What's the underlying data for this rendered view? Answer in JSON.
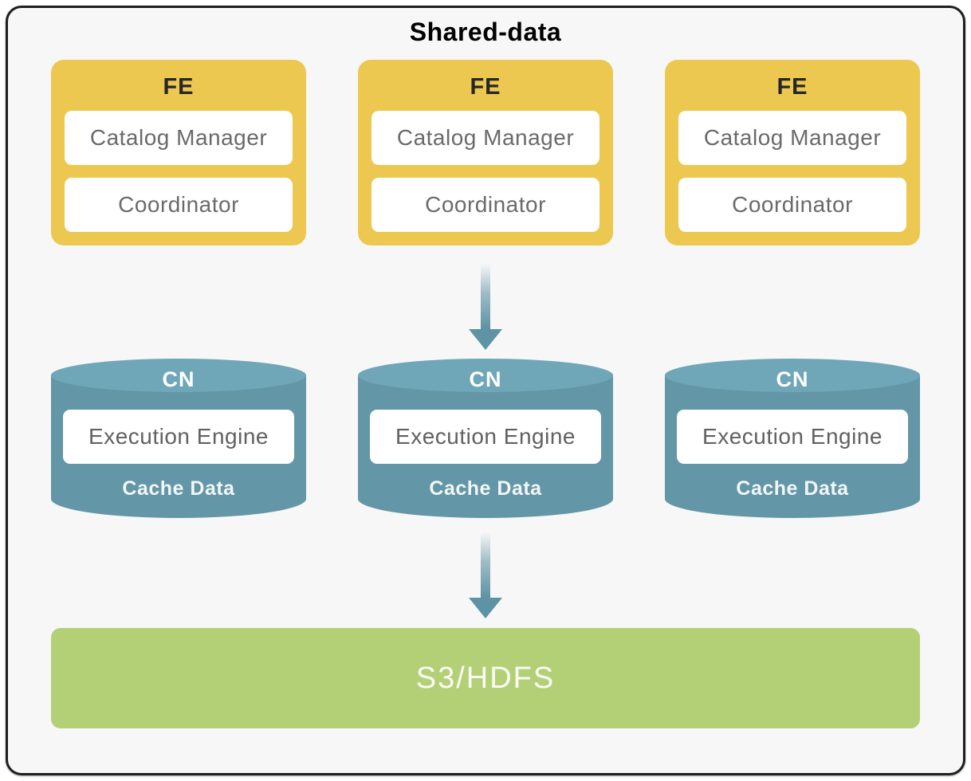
{
  "title": "Shared-data",
  "fe_nodes": [
    {
      "label": "FE",
      "components": [
        "Catalog Manager",
        "Coordinator"
      ]
    },
    {
      "label": "FE",
      "components": [
        "Catalog Manager",
        "Coordinator"
      ]
    },
    {
      "label": "FE",
      "components": [
        "Catalog Manager",
        "Coordinator"
      ]
    }
  ],
  "cn_nodes": [
    {
      "label": "CN",
      "engine": "Execution Engine",
      "cache": "Cache Data"
    },
    {
      "label": "CN",
      "engine": "Execution Engine",
      "cache": "Cache Data"
    },
    {
      "label": "CN",
      "engine": "Execution Engine",
      "cache": "Cache Data"
    }
  ],
  "storage": {
    "label": "S3/HDFS"
  },
  "arrows": [
    {
      "name": "fe-to-cn",
      "direction": "down"
    },
    {
      "name": "cn-to-storage",
      "direction": "down"
    }
  ],
  "colors": {
    "canvas_bg": "#F7F7F7",
    "frame_border": "#1F1F1F",
    "fe_fill": "#ECC850",
    "fe_label_text": "#262626",
    "component_fill": "#FFFFFF",
    "component_text": "#6A6A6A",
    "cn_top_fill": "#6FA6B8",
    "cn_body_fill": "#6396A6",
    "cn_text": "#FFFFFF",
    "storage_fill": "#B3D077",
    "storage_text": "#FAFBF6",
    "arrow": "#5E92A5"
  }
}
